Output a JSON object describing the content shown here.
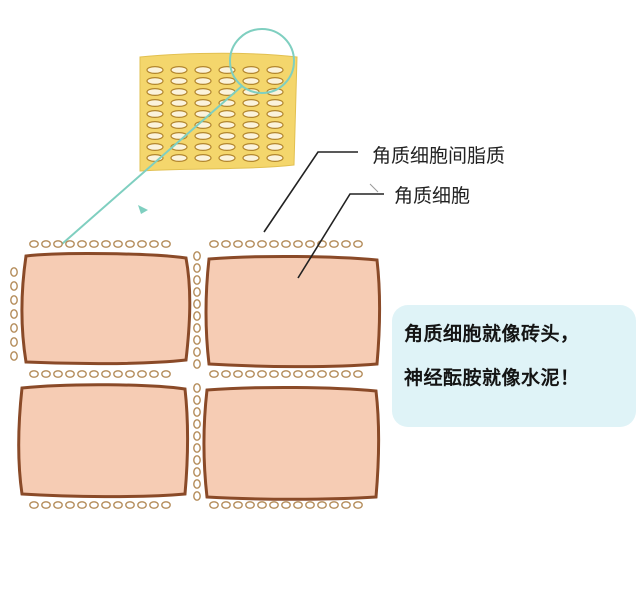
{
  "labels": {
    "lipid": "角质细胞间脂质",
    "cell": "角质细胞"
  },
  "callout": {
    "line1": "角质细胞就像砖头，",
    "line2": "神经酝胺就像水泥！"
  },
  "colors": {
    "cell_fill": "#f6ccb4",
    "cell_border": "#8a4a28",
    "lipid_dot": "#b48c5a",
    "zoom_fill": "#f4d66c",
    "zoom_line": "#7fcfc0",
    "callout_bg": "#dff3f7"
  }
}
